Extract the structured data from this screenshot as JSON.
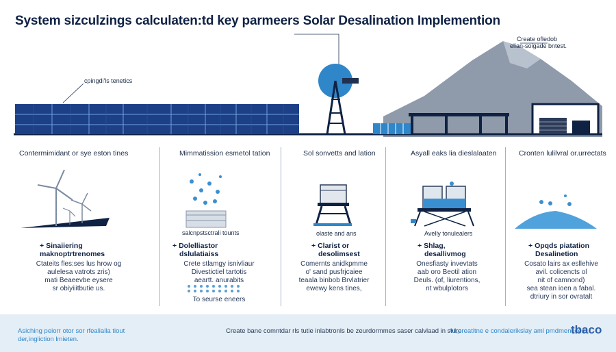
{
  "title": "System sizculzings calculaten:td  key parmeers Solar Desalination  Implemention",
  "top_notes": {
    "panels_callout": "cpingdi'ls tenetics",
    "mountain_callout_1": "Create ofledob",
    "mountain_callout_2": "elian-soigade bntest."
  },
  "columns": [
    {
      "heading": "Contermimidant or sye eston tines",
      "item_title_1": "Sinaiiering",
      "item_title_2": "maknoptrtrenomes",
      "body": [
        "Ctateits fles:ses lus hrow og",
        "aulelesa vatrots zris)",
        "mati Beaeevbe eysere",
        "sr obiyiiitbutie us."
      ]
    },
    {
      "heading": "Mimmatission esmetol tation",
      "caption": "salcnpstsctrali tounts",
      "item_title_1": "Dolelliastor",
      "item_title_2": "dslulatiaiss",
      "body": [
        "Crete stlamgy isnivliaur",
        "Divestictiel tartotis",
        "aeartt. anurabits"
      ],
      "footnote": "To seurse eneers"
    },
    {
      "heading": "Sol sonvetts and lation",
      "caption": "olaste and ans",
      "item_title_1": "Clarist or",
      "item_title_2": "desolimsest",
      "body": [
        "Comernts anidkpmme",
        "o' sand pusfrjcaiee",
        "teaala binbob Brvlatrier",
        "ewewy kens tines,"
      ]
    },
    {
      "heading": "Asyall eaks lia dieslalaaten",
      "caption": "Avelly tonulealers",
      "item_title_1": "Shlag,",
      "item_title_2": "desallivmog",
      "body": [
        "Onesfiasty invevtats",
        "aab oro Beotil ation",
        "Deuls. (of, liurentions,",
        "nt wbulplotors"
      ]
    },
    {
      "heading": "Cronten lulilvral or.urrectats",
      "item_title_1": "Opqds piatation",
      "item_title_2": "Desalinetion",
      "body": [
        "Cosato lairs ax esllehive",
        "avil. colicencts ol",
        "nit of camnond)",
        "sea stean ioen a fabal.",
        "dtriury in sor ovratalt"
      ]
    }
  ],
  "footer": {
    "left_line_1": "Asiching peiorr otor sor rfealialla tiout",
    "left_line_2": "der,ingliction lmieten.",
    "center": "Create bane comntdar rls tutie inlabtronls be zeurdormmes saser calvlaad in siure",
    "right": "All;preatitne e condalerikslay aml pmdmeneces.",
    "logo": "tbaco"
  },
  "colors": {
    "navy": "#0f2244",
    "solar_blue": "#2f5fa8",
    "accent_blue": "#2f86c9",
    "mountain_gray": "#8a96a6",
    "footer_bg": "#e4eef6"
  }
}
